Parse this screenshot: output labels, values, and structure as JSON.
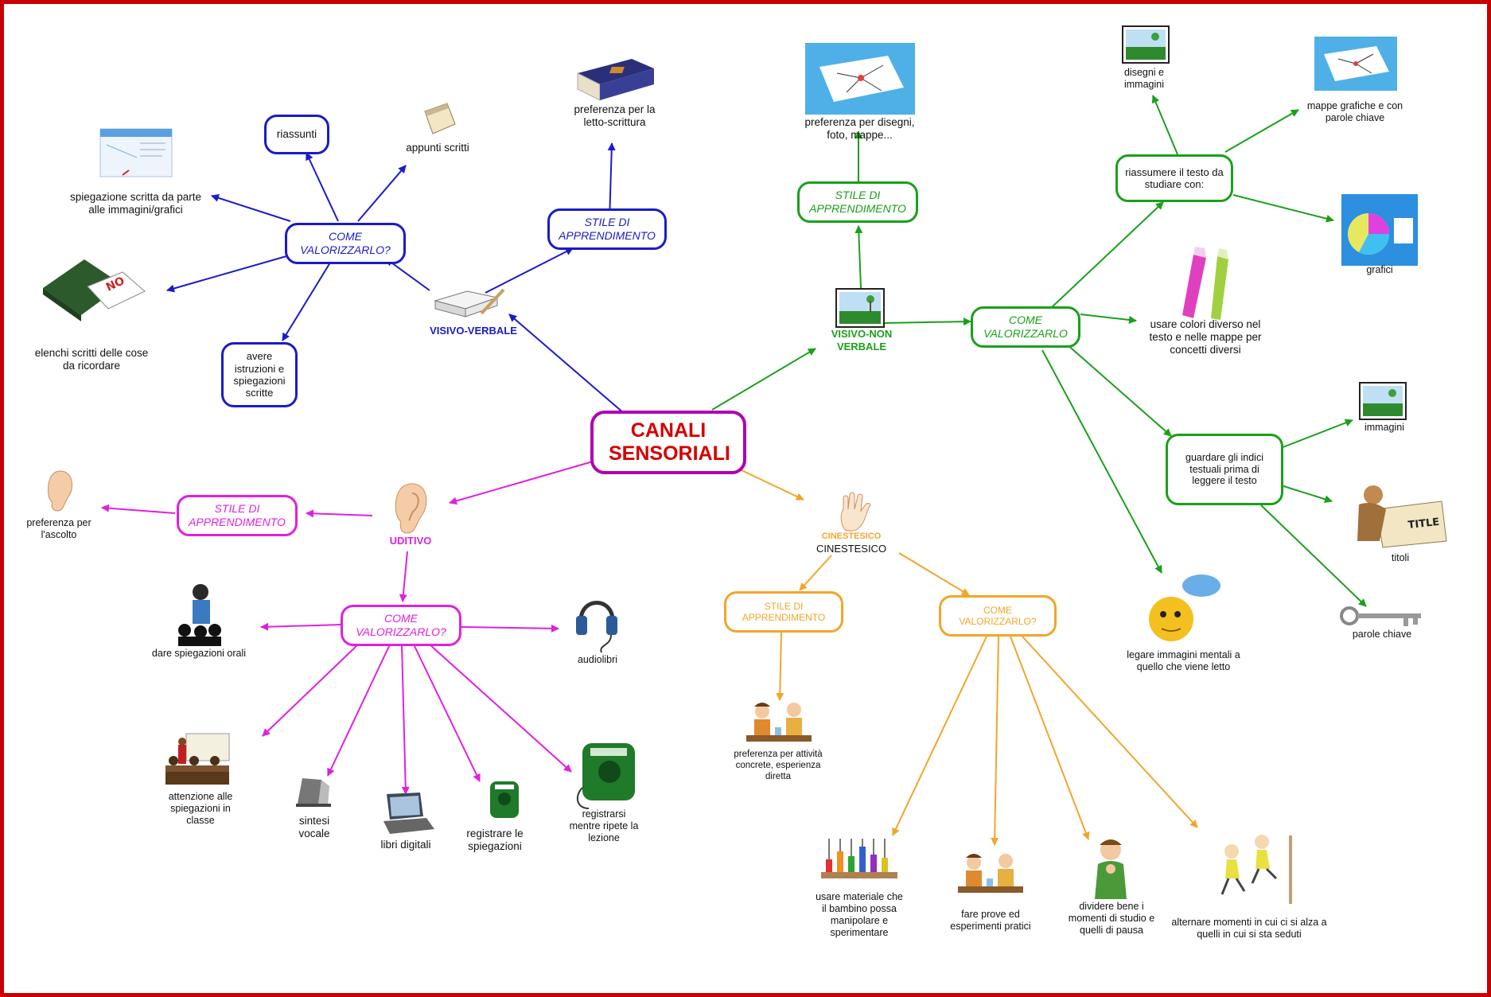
{
  "center": {
    "title": "CANALI SENSORIALI"
  },
  "colors": {
    "frame": "#c80000",
    "visivo_verbale": "#1a1acc",
    "visivo_non_verbale": "#1aa01a",
    "uditivo": "#e020e0",
    "cinestesico": "#f3a52a",
    "center_text": "#d40000"
  },
  "visivo_verbale": {
    "label": "VISIVO-VERBALE",
    "stile": "STILE DI APPRENDIMENTO",
    "preferenza": "preferenza per la letto-scrittura",
    "come": "COME VALORIZZARLO?",
    "items": {
      "riassunti": "riassunti",
      "appunti": "appunti scritti",
      "spiegazione": "spiegazione scritta da parte alle immagini/grafici",
      "elenchi": "elenchi scritti delle cose da ricordare",
      "istruzioni": "avere istruzioni e spiegazioni scritte"
    }
  },
  "visivo_non_verbale": {
    "label": "VISIVO-NON VERBALE",
    "stile": "STILE DI APPRENDIMENTO",
    "preferenza": "preferenza per disegni, foto, mappe...",
    "come": "COME VALORIZZARLO",
    "riassumere": "riassumere il testo da studiare con:",
    "disegni": "disegni e immagini",
    "mappe": "mappe grafiche e con parole chiave",
    "grafici": "grafici",
    "colori": "usare colori diverso nel testo e nelle mappe per concetti diversi",
    "indici": "guardare gli indici testuali prima di leggere il testo",
    "immagini": "immagini",
    "titoli": "titoli",
    "parole_chiave": "parole chiave",
    "legare": "legare immagini mentali a quello che viene letto"
  },
  "uditivo": {
    "label": "UDITIVO",
    "stile": "STILE DI APPRENDIMENTO",
    "preferenza": "preferenza per l'ascolto",
    "come": "COME VALORIZZARLO?",
    "items": {
      "orali": "dare spiegazioni orali",
      "audiolibri": "audiolibri",
      "attenzione": "attenzione alle spiegazioni in classe",
      "sintesi": "sintesi vocale",
      "libri": "libri digitali",
      "registrare": "registrare le spiegazioni",
      "registrarsi": "registrarsi mentre ripete la lezione"
    }
  },
  "cinestesico": {
    "label_top": "CINESTESICO",
    "label": "CINESTESICO",
    "stile": "STILE DI APPRENDIMENTO",
    "preferenza": "preferenza per attività concrete, esperienza diretta",
    "come": "COME VALORIZZARLO?",
    "items": {
      "materiale": "usare materiale che il bambino possa manipolare e sperimentare",
      "prove": "fare prove ed esperimenti pratici",
      "dividere": "dividere bene i momenti di studio e quelli di pausa",
      "alternare": "alternare momenti in cui ci si alza a quelli in cui si sta seduti"
    }
  }
}
